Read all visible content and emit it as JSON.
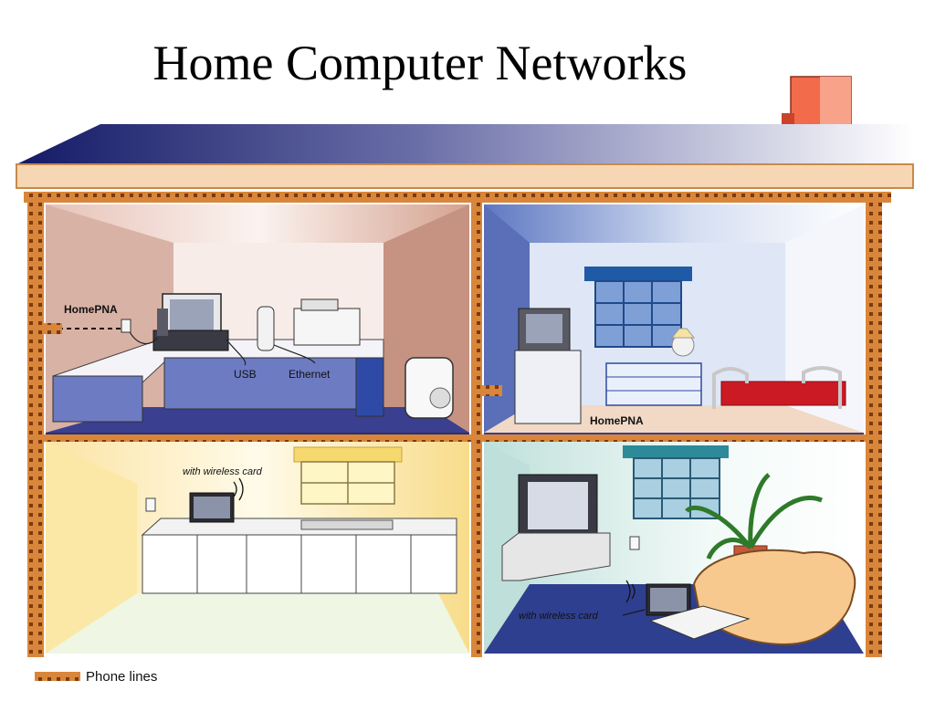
{
  "slide": {
    "title": "Home Computer Networks"
  },
  "labels": {
    "homepna_left": "HomePNA",
    "usb": "USB",
    "ethernet": "Ethernet",
    "homepna_bedroom": "HomePNA",
    "wireless_kitchen": "with wireless card",
    "wireless_living": "with wireless card"
  },
  "legend": {
    "label": "Phone lines"
  },
  "colors": {
    "roof_dark": "#1c2470",
    "phone_line": "#d9863a",
    "chimney": "#f26b4a",
    "office_wall": "#e9c9bf",
    "bedroom_wall": "#6f86c8",
    "kitchen_wall": "#fbe8a6",
    "living_wall": "#cfe6e2"
  }
}
